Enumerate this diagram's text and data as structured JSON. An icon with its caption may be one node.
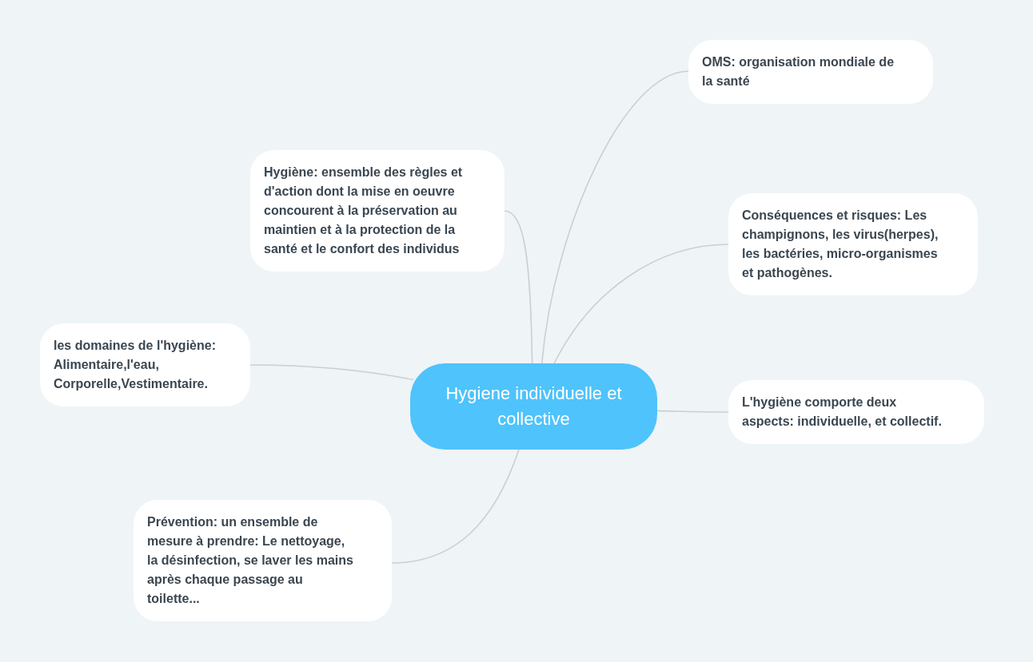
{
  "diagram": {
    "nodes": [
      {
        "text": [
          "Hygiene individuelle et collective"
        ]
      },
      {
        "text": [
          "OMS: organisation mondiale de la santé"
        ]
      },
      {
        "text": [
          "Hygiène: ensemble des règles et d'action dont la mise en oeuvre concourent à la préservation au maintien et à la protection de la santé et le confort des individus"
        ]
      },
      {
        "text": [
          "Conséquences et risques: Les champignons, les virus(herpes), les bactéries, micro-organismes et pathogènes."
        ]
      },
      {
        "text": [
          "les domaines de l'hygiène: Alimentaire,l'eau, Corporelle,Vestimentaire."
        ]
      },
      {
        "text": [
          "L'hygiène comporte deux aspects: individuelle, et collectif."
        ]
      },
      {
        "text": [
          "Prévention: un ensemble de mesure à prendre: Le nettoyage, la désinfection, se laver les mains après chaque passage au toilette..."
        ]
      }
    ],
    "edges": [
      {
        "from": 0,
        "to": 1,
        "arrow": "none"
      },
      {
        "from": 0,
        "to": 2,
        "arrow": "none"
      },
      {
        "from": 0,
        "to": 3,
        "arrow": "none"
      },
      {
        "from": 0,
        "to": 4,
        "arrow": "none"
      },
      {
        "from": 0,
        "to": 5,
        "arrow": "none"
      },
      {
        "from": 0,
        "to": 6,
        "arrow": "none"
      }
    ]
  }
}
